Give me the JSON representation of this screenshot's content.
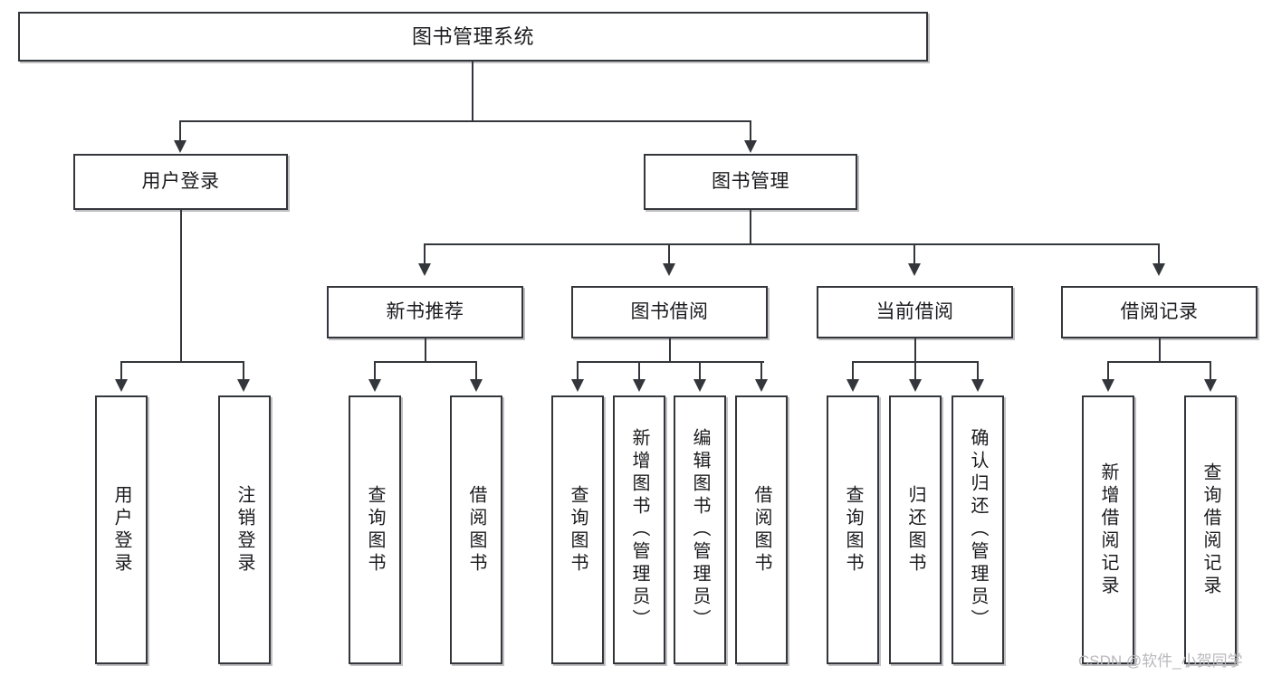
{
  "diagram": {
    "type": "tree",
    "title": "图书管理系统",
    "root": {
      "label": "图书管理系统"
    },
    "level2": [
      {
        "label": "用户登录"
      },
      {
        "label": "图书管理"
      }
    ],
    "level3": [
      {
        "label": "新书推荐"
      },
      {
        "label": "图书借阅"
      },
      {
        "label": "当前借阅"
      },
      {
        "label": "借阅记录"
      }
    ],
    "leaves": {
      "user_login": [
        {
          "label": "用户登录"
        },
        {
          "label": "注销登录"
        }
      ],
      "new_book_recommend": [
        {
          "label": "查询图书"
        },
        {
          "label": "借阅图书"
        }
      ],
      "book_borrow": [
        {
          "label": "查询图书"
        },
        {
          "label": "新增图书（管理员）"
        },
        {
          "label": "编辑图书（管理员）"
        },
        {
          "label": "借阅图书"
        }
      ],
      "current_borrow": [
        {
          "label": "查询图书"
        },
        {
          "label": "归还图书"
        },
        {
          "label": "确认归还（管理员）"
        }
      ],
      "borrow_record": [
        {
          "label": "新增借阅记录"
        },
        {
          "label": "查询借阅记录"
        }
      ]
    }
  },
  "watermark": {
    "text": "CSDN @软件_小贺同学"
  },
  "colors": {
    "stroke": "#33363b",
    "fill": "#ffffff",
    "text": "#1b1b1f",
    "watermark": "#b9b9bd"
  }
}
